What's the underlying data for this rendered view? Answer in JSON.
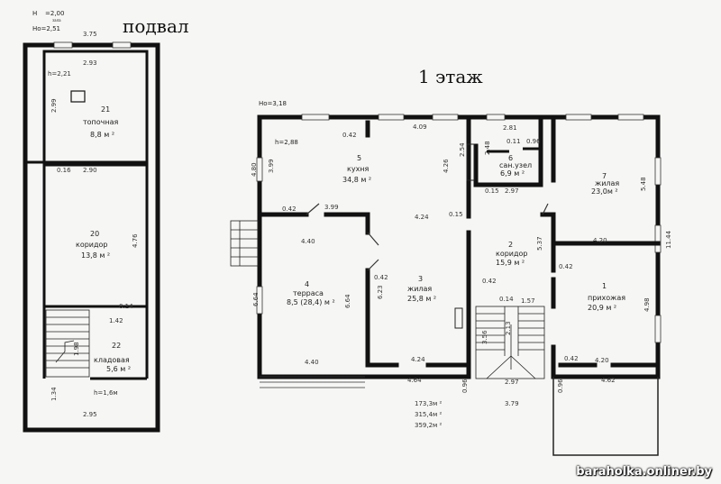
{
  "basement": {
    "title": "подвал",
    "h_label": "H",
    "h_value": "=2,00",
    "h_sub": "зала",
    "ho": "Ho=2,51",
    "dims": {
      "top": "3.75",
      "d293": "2.93",
      "h221": "h=2,21",
      "d299": "2.99",
      "d016": "0.16",
      "d290": "2.90",
      "d476": "4.76",
      "d014": "0.14",
      "d142": "1.42",
      "d198": "1.98",
      "d134": "1.34",
      "h16": "h=1,6м",
      "bottom": "2.95"
    },
    "rooms": [
      {
        "num": "21",
        "name": "топочная",
        "area": "8,8 м ²"
      },
      {
        "num": "20",
        "name": "коридор",
        "area": "13,8 м ²"
      },
      {
        "num": "22",
        "name": "кладовая",
        "area": "5,6 м ²"
      }
    ]
  },
  "floor1": {
    "title": "1 этаж",
    "ho": "Ho=3,18",
    "h288": "h=2,88",
    "rooms": [
      {
        "num": "5",
        "name": "кухня",
        "area": "34,8 м ²"
      },
      {
        "num": "6",
        "name": "сан.узел",
        "area": "6,9 м ²"
      },
      {
        "num": "7",
        "name": "жилая",
        "area": "23,0м ²"
      },
      {
        "num": "4",
        "name": "терраса",
        "area": "8,5 (28,4) м ²"
      },
      {
        "num": "3",
        "name": "жилая",
        "area": "25,8 м ²"
      },
      {
        "num": "2",
        "name": "коридор",
        "area": "15,9 м ²"
      },
      {
        "num": "1",
        "name": "прихожая",
        "area": "20,9 м ²"
      }
    ],
    "dims": {
      "d042a": "0.42",
      "d409": "4.09",
      "d281": "2.81",
      "d011": "0.11",
      "d096a": "0.96",
      "d248": "2.48",
      "d254": "2.54",
      "d426": "4.26",
      "d480": "4.80",
      "d399v": "3.99",
      "d015a": "0.15",
      "d297": "2.97",
      "d548": "5.48",
      "d042b": "0.42",
      "d399h": "3.99",
      "d424": "4.24",
      "d015b": "0.15",
      "d440a": "4.40",
      "d420a": "4.20",
      "d1144": "11.44",
      "d537": "5.37",
      "d042c": "0.42",
      "d042d": "0.42",
      "d042e": "0.42",
      "d664a": "6.64",
      "d664b": "6.64",
      "d623": "6.23",
      "d014": "0.14",
      "d157": "1.57",
      "d356": "3.56",
      "d213": "2.13",
      "d498": "4.98",
      "d440b": "4.40",
      "d424b": "4.24",
      "d042f": "0.42",
      "d420b": "4.20",
      "d462": "4.62",
      "d464": "4.64",
      "d096b": "0.96",
      "d297b": "2.97",
      "d096c": "0.96",
      "d379": "3.79"
    },
    "totals": [
      "173,3м ²",
      "315,4м ²",
      "359,2м ²"
    ]
  },
  "watermark": "baraholka.onliner.by"
}
